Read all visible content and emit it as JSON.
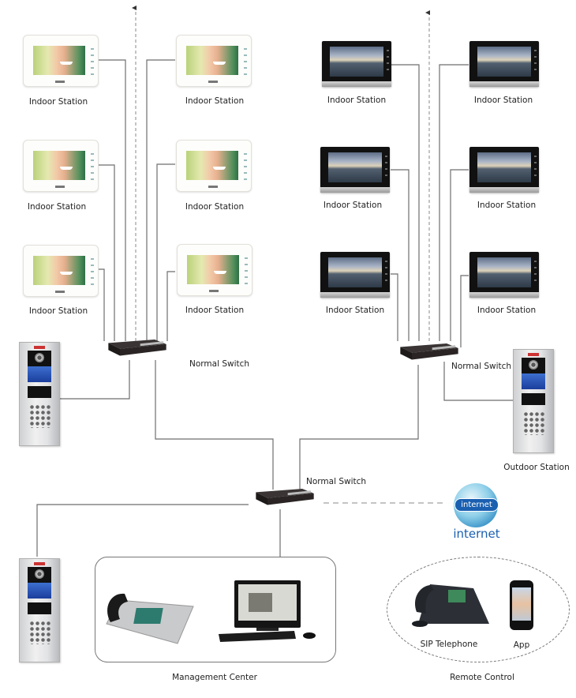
{
  "diagram": {
    "title": "",
    "colors": {
      "wire": "#6e6e6e",
      "dashed": "#8a8a8a",
      "internet_blue": "#1a5fb0",
      "text": "#222222"
    },
    "left_building": {
      "indoor_stations": [
        {
          "label": "Indoor Station",
          "style": "white"
        },
        {
          "label": "Indoor Station",
          "style": "white"
        },
        {
          "label": "Indoor Station",
          "style": "white"
        },
        {
          "label": "Indoor Station",
          "style": "white"
        },
        {
          "label": "Indoor Station",
          "style": "white"
        },
        {
          "label": "Indoor Station",
          "style": "white"
        }
      ],
      "switch_label": "Normal Switch"
    },
    "right_building": {
      "indoor_stations": [
        {
          "label": "Indoor Station",
          "style": "black"
        },
        {
          "label": "Indoor Station",
          "style": "black"
        },
        {
          "label": "Indoor Station",
          "style": "black"
        },
        {
          "label": "Indoor Station",
          "style": "black"
        },
        {
          "label": "Indoor Station",
          "style": "black"
        },
        {
          "label": "Indoor Station",
          "style": "black"
        }
      ],
      "switch_label": "Normal Switch",
      "outdoor_station_label": "Outdoor Station"
    },
    "core": {
      "switch_label": "Normal Switch",
      "internet_badge": "internet",
      "internet_label": "internet"
    },
    "management_center": {
      "label": "Management Center",
      "devices": [
        "master-station-icon",
        "pc-workstation-icon"
      ]
    },
    "remote_control": {
      "label": "Remote Control",
      "devices": [
        {
          "label": "SIP Telephone"
        },
        {
          "label": "App"
        }
      ]
    }
  }
}
